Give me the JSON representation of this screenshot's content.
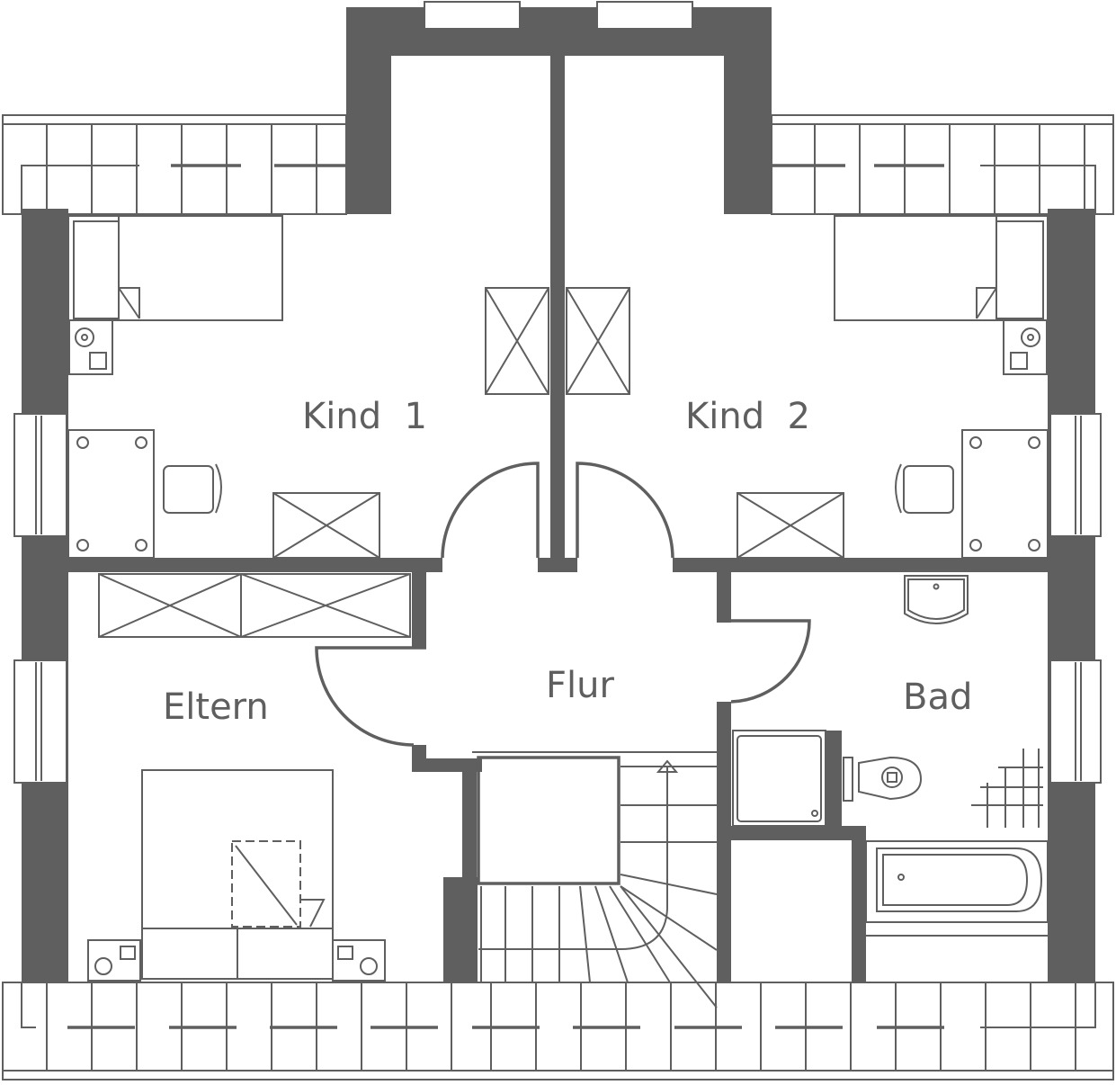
{
  "plan": {
    "rooms": {
      "kind1": "Kind  1",
      "kind2": "Kind  2",
      "eltern": "Eltern",
      "flur": "Flur",
      "bad": "Bad"
    },
    "colors": {
      "wall": "#5f5f5f",
      "background": "#ffffff"
    }
  }
}
